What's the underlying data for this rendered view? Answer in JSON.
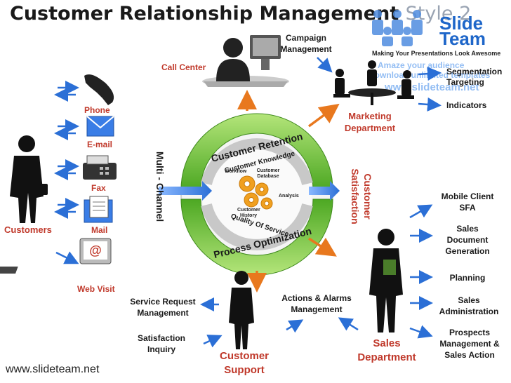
{
  "title": "Customer Relationship Management",
  "title_suffix": "Style 2",
  "logo": {
    "line1": "Slide",
    "line2": "Team",
    "tagline": "Making Your Presentations Look Awesome"
  },
  "watermark": {
    "line1": "Amaze your audience",
    "line2": "Download unlimited templates",
    "line3": "www.slideteam.net"
  },
  "customers_label": "Customers",
  "channels": [
    "Phone",
    "E-mail",
    "Fax",
    "Mail",
    "Web Visit"
  ],
  "web_visit_symbol": "@",
  "multi_channel": "Multi - Channel",
  "customer_satisfaction": "Customer Satisfaction",
  "circle": {
    "outer_top": "Customer Retention",
    "outer_bottom": "Process Optimization",
    "inner_top": "Customer Knowledge",
    "inner_bottom": "Quality Of Service",
    "gear_labels": {
      "workflow": "Workflow",
      "database": "Customer Database",
      "analysis": "Analysis",
      "history": "Customer History"
    }
  },
  "call_center": "Call Center",
  "campaign_management": "Campaign Management",
  "marketing_department": "Marketing Department",
  "marketing_items": [
    "Segmentation",
    "Targeting",
    "Indicators"
  ],
  "sales_items": [
    "Mobile Client SFA",
    "Sales Document Generation",
    "Planning",
    "Sales Administration",
    "Prospects Management & Sales Action"
  ],
  "sales_department": "Sales Department",
  "actions_alarms": "Actions & Alarms Management",
  "service_request": "Service Request Management",
  "satisfaction_inquiry": "Satisfaction Inquiry",
  "customer_support": "Customer Support",
  "footer": "www.slideteam.net",
  "colors": {
    "red": "#c0392b",
    "blue": "#2b6fd6",
    "orange": "#e8781e",
    "green": "#7cc93a"
  }
}
